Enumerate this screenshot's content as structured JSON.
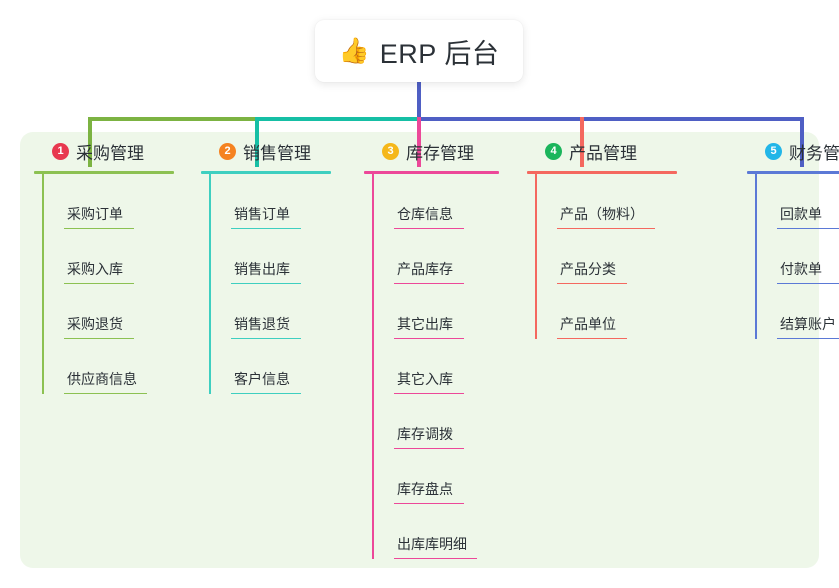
{
  "root": {
    "icon": "thumbs-up-icon",
    "icon_glyph": "👍",
    "title": "ERP 后台"
  },
  "panel": {
    "background_color": "#eef7e9"
  },
  "connectors": {
    "stem_color": "#4f5fc4",
    "segment_colors": [
      "#7cb342",
      "#16bfa5",
      "#4f5fc4"
    ],
    "drop_colors": [
      "#7cb342",
      "#16bfa5",
      "#ec4899",
      "#f4685f",
      "#4f5fc4"
    ]
  },
  "columns": [
    {
      "number": "1",
      "badge_color": "#e8384f",
      "line_color": "#8cc152",
      "title": "采购管理",
      "items": [
        {
          "label": "采购订单"
        },
        {
          "label": "采购入库"
        },
        {
          "label": "采购退货"
        },
        {
          "label": "供应商信息"
        }
      ]
    },
    {
      "number": "2",
      "badge_color": "#f58220",
      "line_color": "#3ecfc0",
      "title": "销售管理",
      "items": [
        {
          "label": "销售订单"
        },
        {
          "label": "销售出库"
        },
        {
          "label": "销售退货"
        },
        {
          "label": "客户信息"
        }
      ]
    },
    {
      "number": "3",
      "badge_color": "#f5b719",
      "line_color": "#ec4899",
      "title": "库存管理",
      "items": [
        {
          "label": "仓库信息"
        },
        {
          "label": "产品库存"
        },
        {
          "label": "其它出库"
        },
        {
          "label": "其它入库"
        },
        {
          "label": "库存调拨"
        },
        {
          "label": "库存盘点"
        },
        {
          "label": "出库库明细"
        }
      ]
    },
    {
      "number": "4",
      "badge_color": "#1bb55c",
      "line_color": "#f4685f",
      "title": "产品管理",
      "items": [
        {
          "label": "产品（物料）"
        },
        {
          "label": "产品分类"
        },
        {
          "label": "产品单位"
        }
      ]
    },
    {
      "number": "5",
      "badge_color": "#22b6e8",
      "line_color": "#5b79d6",
      "title": "财务管理",
      "items": [
        {
          "label": "回款单"
        },
        {
          "label": "付款单"
        },
        {
          "label": "结算账户"
        }
      ]
    }
  ]
}
